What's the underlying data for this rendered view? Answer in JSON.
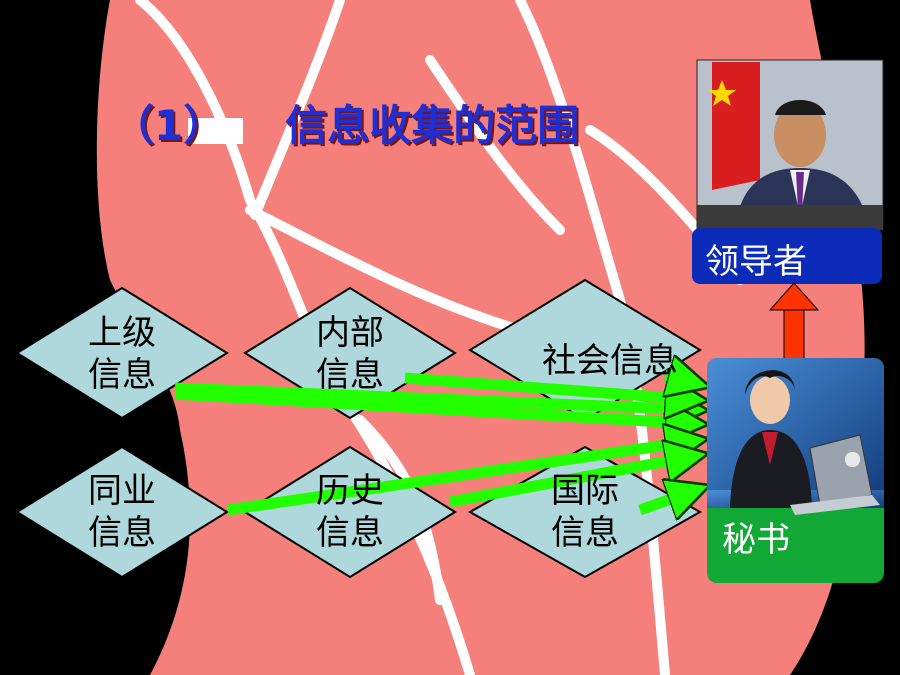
{
  "slide": {
    "title_num": "（1）",
    "title_text": "信息收集的范围"
  },
  "nodes": {
    "superior": "上级\n信息",
    "internal": "内部\n信息",
    "social": "社会信息",
    "peer": "同业\n信息",
    "history": "历史\n信息",
    "international": "国际\n信息"
  },
  "cards": {
    "leader": "领导者",
    "secretary": "秘书"
  },
  "colors": {
    "background": "#000000",
    "torso": "#f5807b",
    "diamond": "#aed8db",
    "arrow": "#22ff00",
    "up_arrow": "#ff3300",
    "title": "#1f2fd6",
    "leader_label_bg": "#0b2bb8",
    "secretary_label_bg": "#11a836"
  },
  "icons": {
    "leader_photo": "man-at-desk-photo",
    "secretary_photo": "woman-with-laptop-photo"
  }
}
